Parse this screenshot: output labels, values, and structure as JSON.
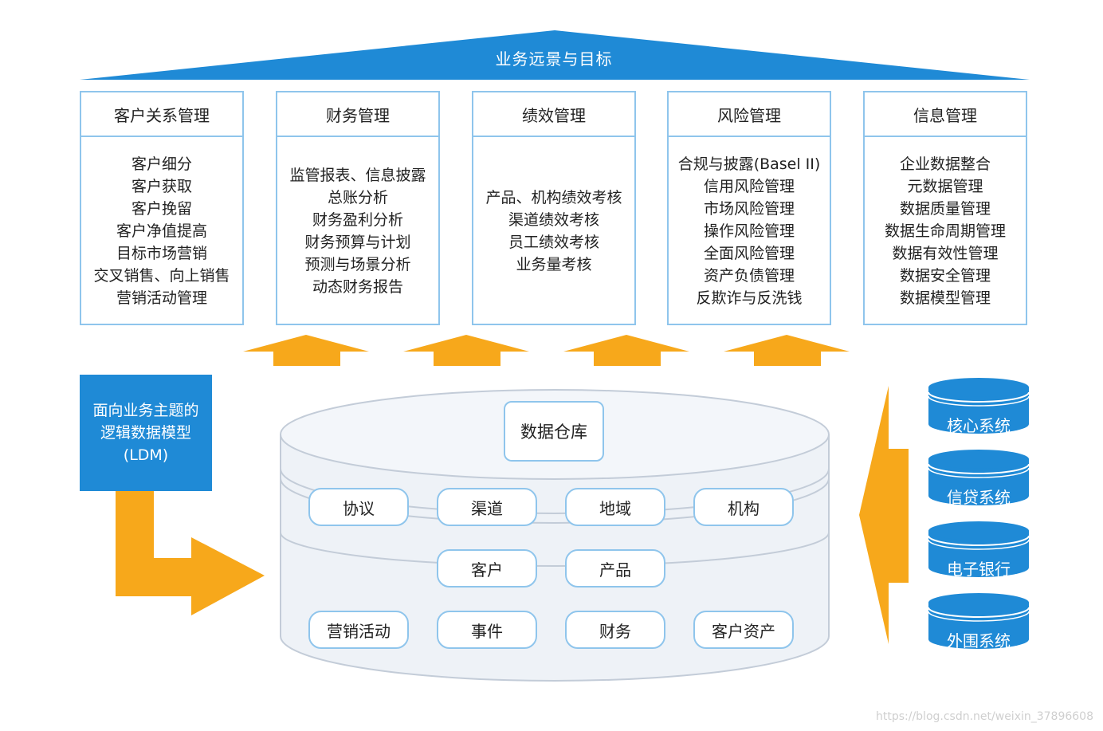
{
  "vision": {
    "title": "业务远景与目标"
  },
  "modules": [
    {
      "title": "客户关系管理",
      "items": [
        "客户细分",
        "客户获取",
        "客户挽留",
        "客户净值提高",
        "目标市场营销",
        "交叉销售、向上销售",
        "营销活动管理"
      ]
    },
    {
      "title": "财务管理",
      "items": [
        "监管报表、信息披露",
        "总账分析",
        "财务盈利分析",
        "财务预算与计划",
        "预测与场景分析",
        "动态财务报告"
      ]
    },
    {
      "title": "绩效管理",
      "items": [
        "产品、机构绩效考核",
        "渠道绩效考核",
        "员工绩效考核",
        "业务量考核"
      ]
    },
    {
      "title": "风险管理",
      "items": [
        "合规与披露(Basel II)",
        "信用风险管理",
        "市场风险管理",
        "操作风险管理",
        "全面风险管理",
        "资产负债管理",
        "反欺诈与反洗钱"
      ]
    },
    {
      "title": "信息管理",
      "items": [
        "企业数据整合",
        "元数据管理",
        "数据质量管理",
        "数据生命周期管理",
        "数据有效性管理",
        "数据安全管理",
        "数据模型管理"
      ]
    }
  ],
  "ldm": {
    "line1": "面向业务主题的",
    "line2": "逻辑数据模型",
    "line3": "(LDM)"
  },
  "warehouse": {
    "title": "数据仓库",
    "row1": [
      "协议",
      "渠道",
      "地域",
      "机构"
    ],
    "row2": [
      "客户",
      "产品"
    ],
    "row3": [
      "营销活动",
      "事件",
      "财务",
      "客户资产"
    ]
  },
  "sources": [
    "核心系统",
    "信贷系统",
    "电子银行",
    "外围系统"
  ],
  "watermark": "https://blog.csdn.net/weixin_37896608",
  "colors": {
    "blue": "#1f8ad6",
    "light_blue": "#8fc5ec",
    "orange": "#f7a81b",
    "cylinder": "#eef2f7"
  }
}
